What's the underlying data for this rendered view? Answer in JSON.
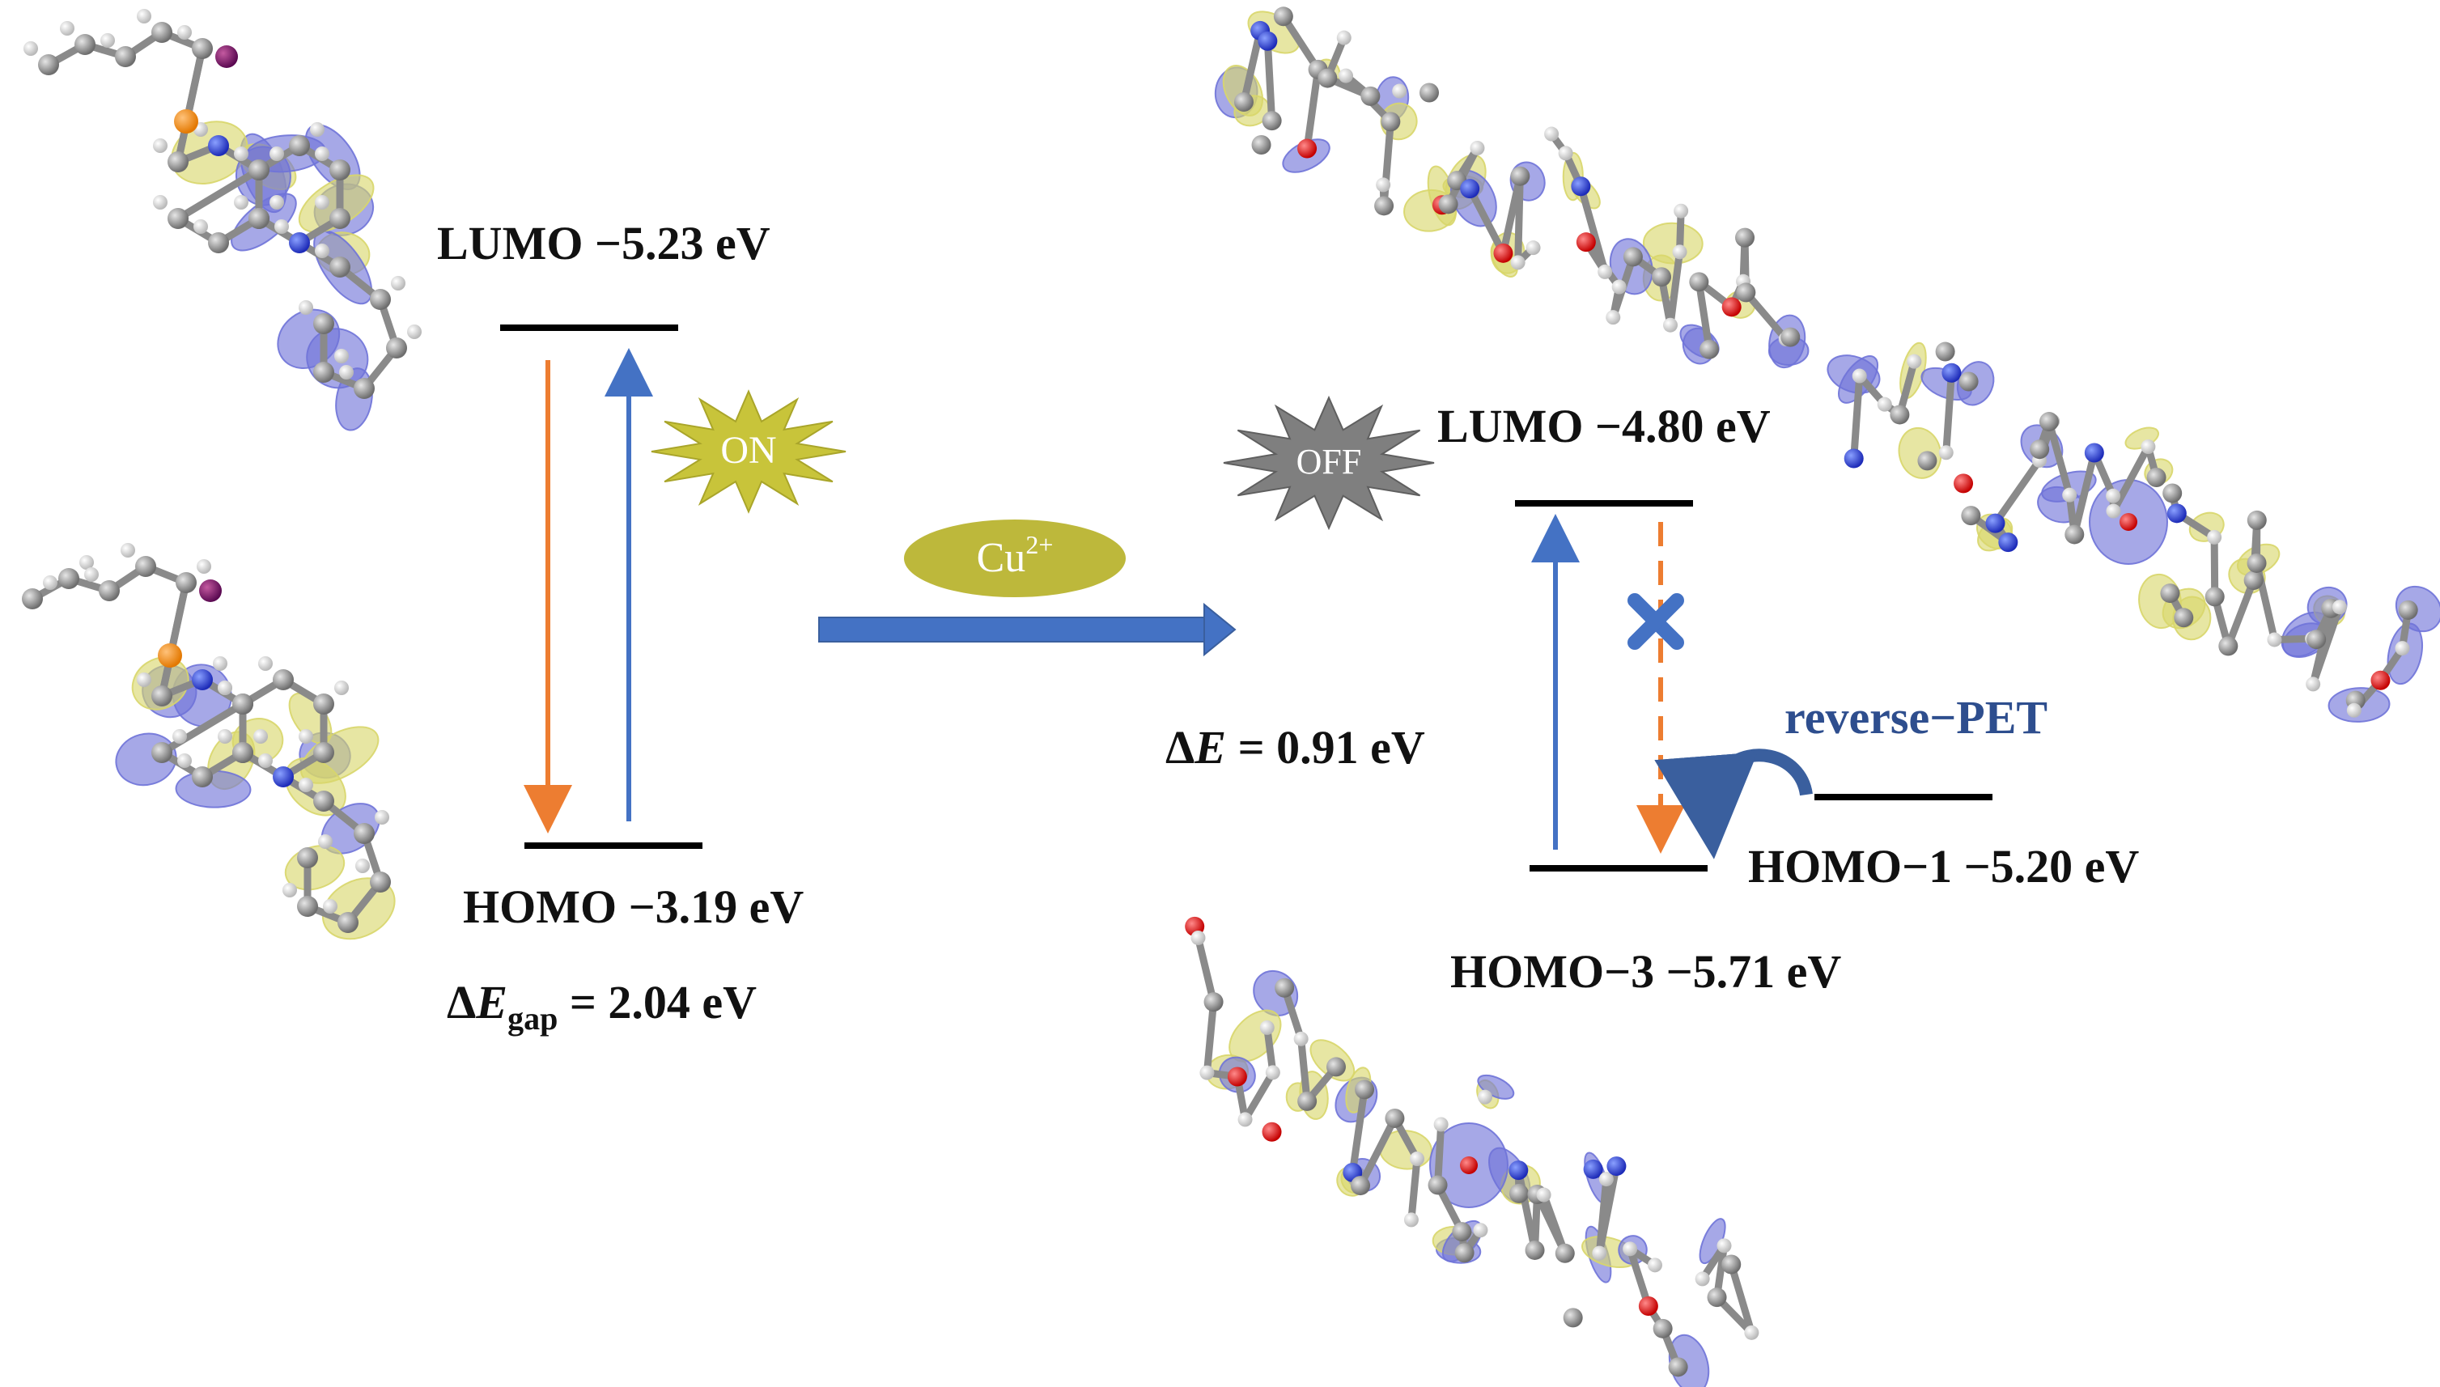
{
  "left_state": {
    "lumo": "LUMO −5.23 eV",
    "homo": "HOMO −3.19 eV",
    "gap_delta": "Δ",
    "gap_symbol": "E",
    "gap_subscript": "gap",
    "gap_value": " = 2.04 eV",
    "badge": "ON"
  },
  "reaction": {
    "reagent": "Cu",
    "reagent_charge": "2+"
  },
  "right_state": {
    "lumo": "LUMO −4.80 eV",
    "homo1": "HOMO−1 −5.20 eV",
    "homo3": "HOMO−3 −5.71 eV",
    "delta_prefix": "Δ",
    "delta_symbol": "E",
    "delta_value": " = 0.91 eV",
    "reverse_pet": "reverse−PET",
    "badge": "OFF"
  },
  "colors": {
    "excitation_arrow": "#4472c4",
    "emission_arrow": "#ed7d31",
    "on_badge": "#c8c43a",
    "off_badge": "#7f7f7f",
    "reagent_ellipse": "#bdb83b",
    "level_line": "#000000",
    "orbital_yellow": "#d8d66a",
    "orbital_blue": "#6f73d8",
    "reverse_pet_text": "#2e4e8e"
  }
}
